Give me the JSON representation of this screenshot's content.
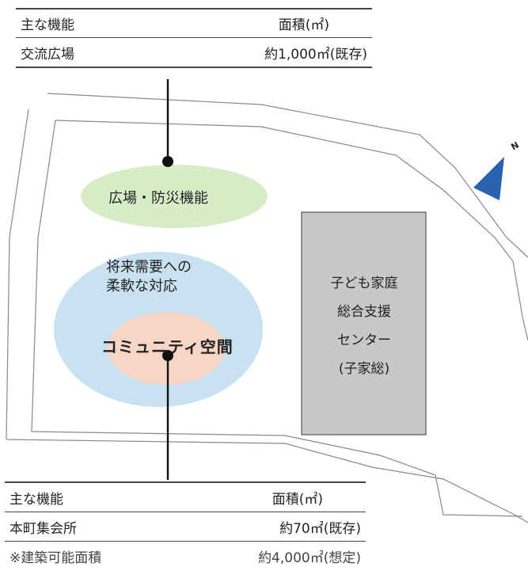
{
  "top_table": {
    "header": {
      "function": "主な機能",
      "area": "面積(㎡)"
    },
    "rows": [
      {
        "function": "交流広場",
        "area": "約1,000㎡(既存)"
      }
    ]
  },
  "bottom_table": {
    "header": {
      "function": "主な機能",
      "area": "面積(㎡)"
    },
    "rows": [
      {
        "function": "本町集会所",
        "area": "約70㎡(既存)"
      },
      {
        "function": "※建築可能面積",
        "area": "約4,000㎡(想定)"
      }
    ]
  },
  "zones": {
    "plaza": "広場・防災機能",
    "future_line1": "将来需要への",
    "future_line2": "柔軟な対応",
    "community": "コミュニティ空間",
    "center_line1": "子ども家庭",
    "center_line2": "総合支援",
    "center_line3": "センター",
    "center_line4": "(子家総)"
  },
  "north_label": "N",
  "colors": {
    "plaza_fill": "#d9ecc8",
    "outer_zone_fill": "#c9e2f2",
    "inner_zone_fill": "#f8d6c6",
    "building_fill": "#c8c8c8",
    "north_arrow": "#2a62b0"
  }
}
